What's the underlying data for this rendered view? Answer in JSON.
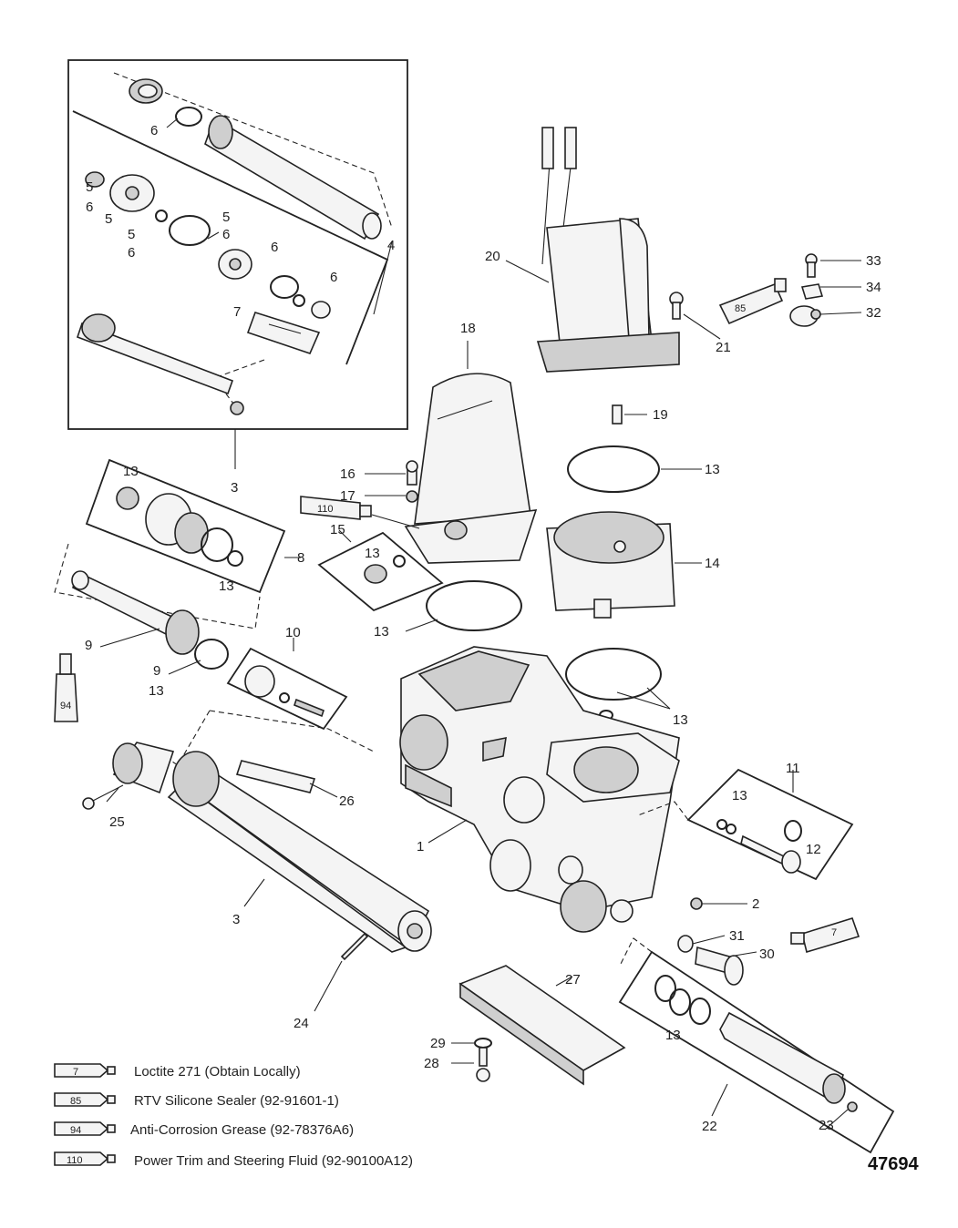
{
  "labels": {
    "l1": "1",
    "l2": "2",
    "l3a": "3",
    "l3b": "3",
    "l4": "4",
    "l5a": "5",
    "l5b": "5",
    "l5c": "5",
    "l5d": "5",
    "l6a": "6",
    "l6b": "6",
    "l6c": "6",
    "l6d": "6",
    "l6e": "6",
    "l6f": "6",
    "l7a": "7",
    "l8": "8",
    "l9a": "9",
    "l9b": "9",
    "l10": "10",
    "l11": "11",
    "l12": "12",
    "l13a": "13",
    "l13b": "13",
    "l13c": "13",
    "l13d": "13",
    "l13e": "13",
    "l13f": "13",
    "l13g": "13",
    "l13h": "13",
    "l13i": "13",
    "l14": "14",
    "l15": "15",
    "l16": "16",
    "l17": "17",
    "l18": "18",
    "l19": "19",
    "l20": "20",
    "l21": "21",
    "l22": "22",
    "l23": "23",
    "l24": "24",
    "l25": "25",
    "l26": "26",
    "l27": "27",
    "l28": "28",
    "l29": "29",
    "l30": "30",
    "l31": "31",
    "l32": "32",
    "l33": "33",
    "l34": "34"
  },
  "tubes": {
    "t85": "85",
    "t110": "110",
    "t94": "94",
    "t7": "7"
  },
  "legend": [
    {
      "tube": "7",
      "text": "Loctite 271 (Obtain Locally)"
    },
    {
      "tube": "85",
      "text": "RTV Silicone Sealer (92-91601-1)"
    },
    {
      "tube": "94",
      "text": "Anti-Corrosion Grease (92-78376A6)"
    },
    {
      "tube": "110",
      "text": "Power Trim  and Steering Fluid (92-90100A12)"
    }
  ],
  "figure_number": "47694"
}
